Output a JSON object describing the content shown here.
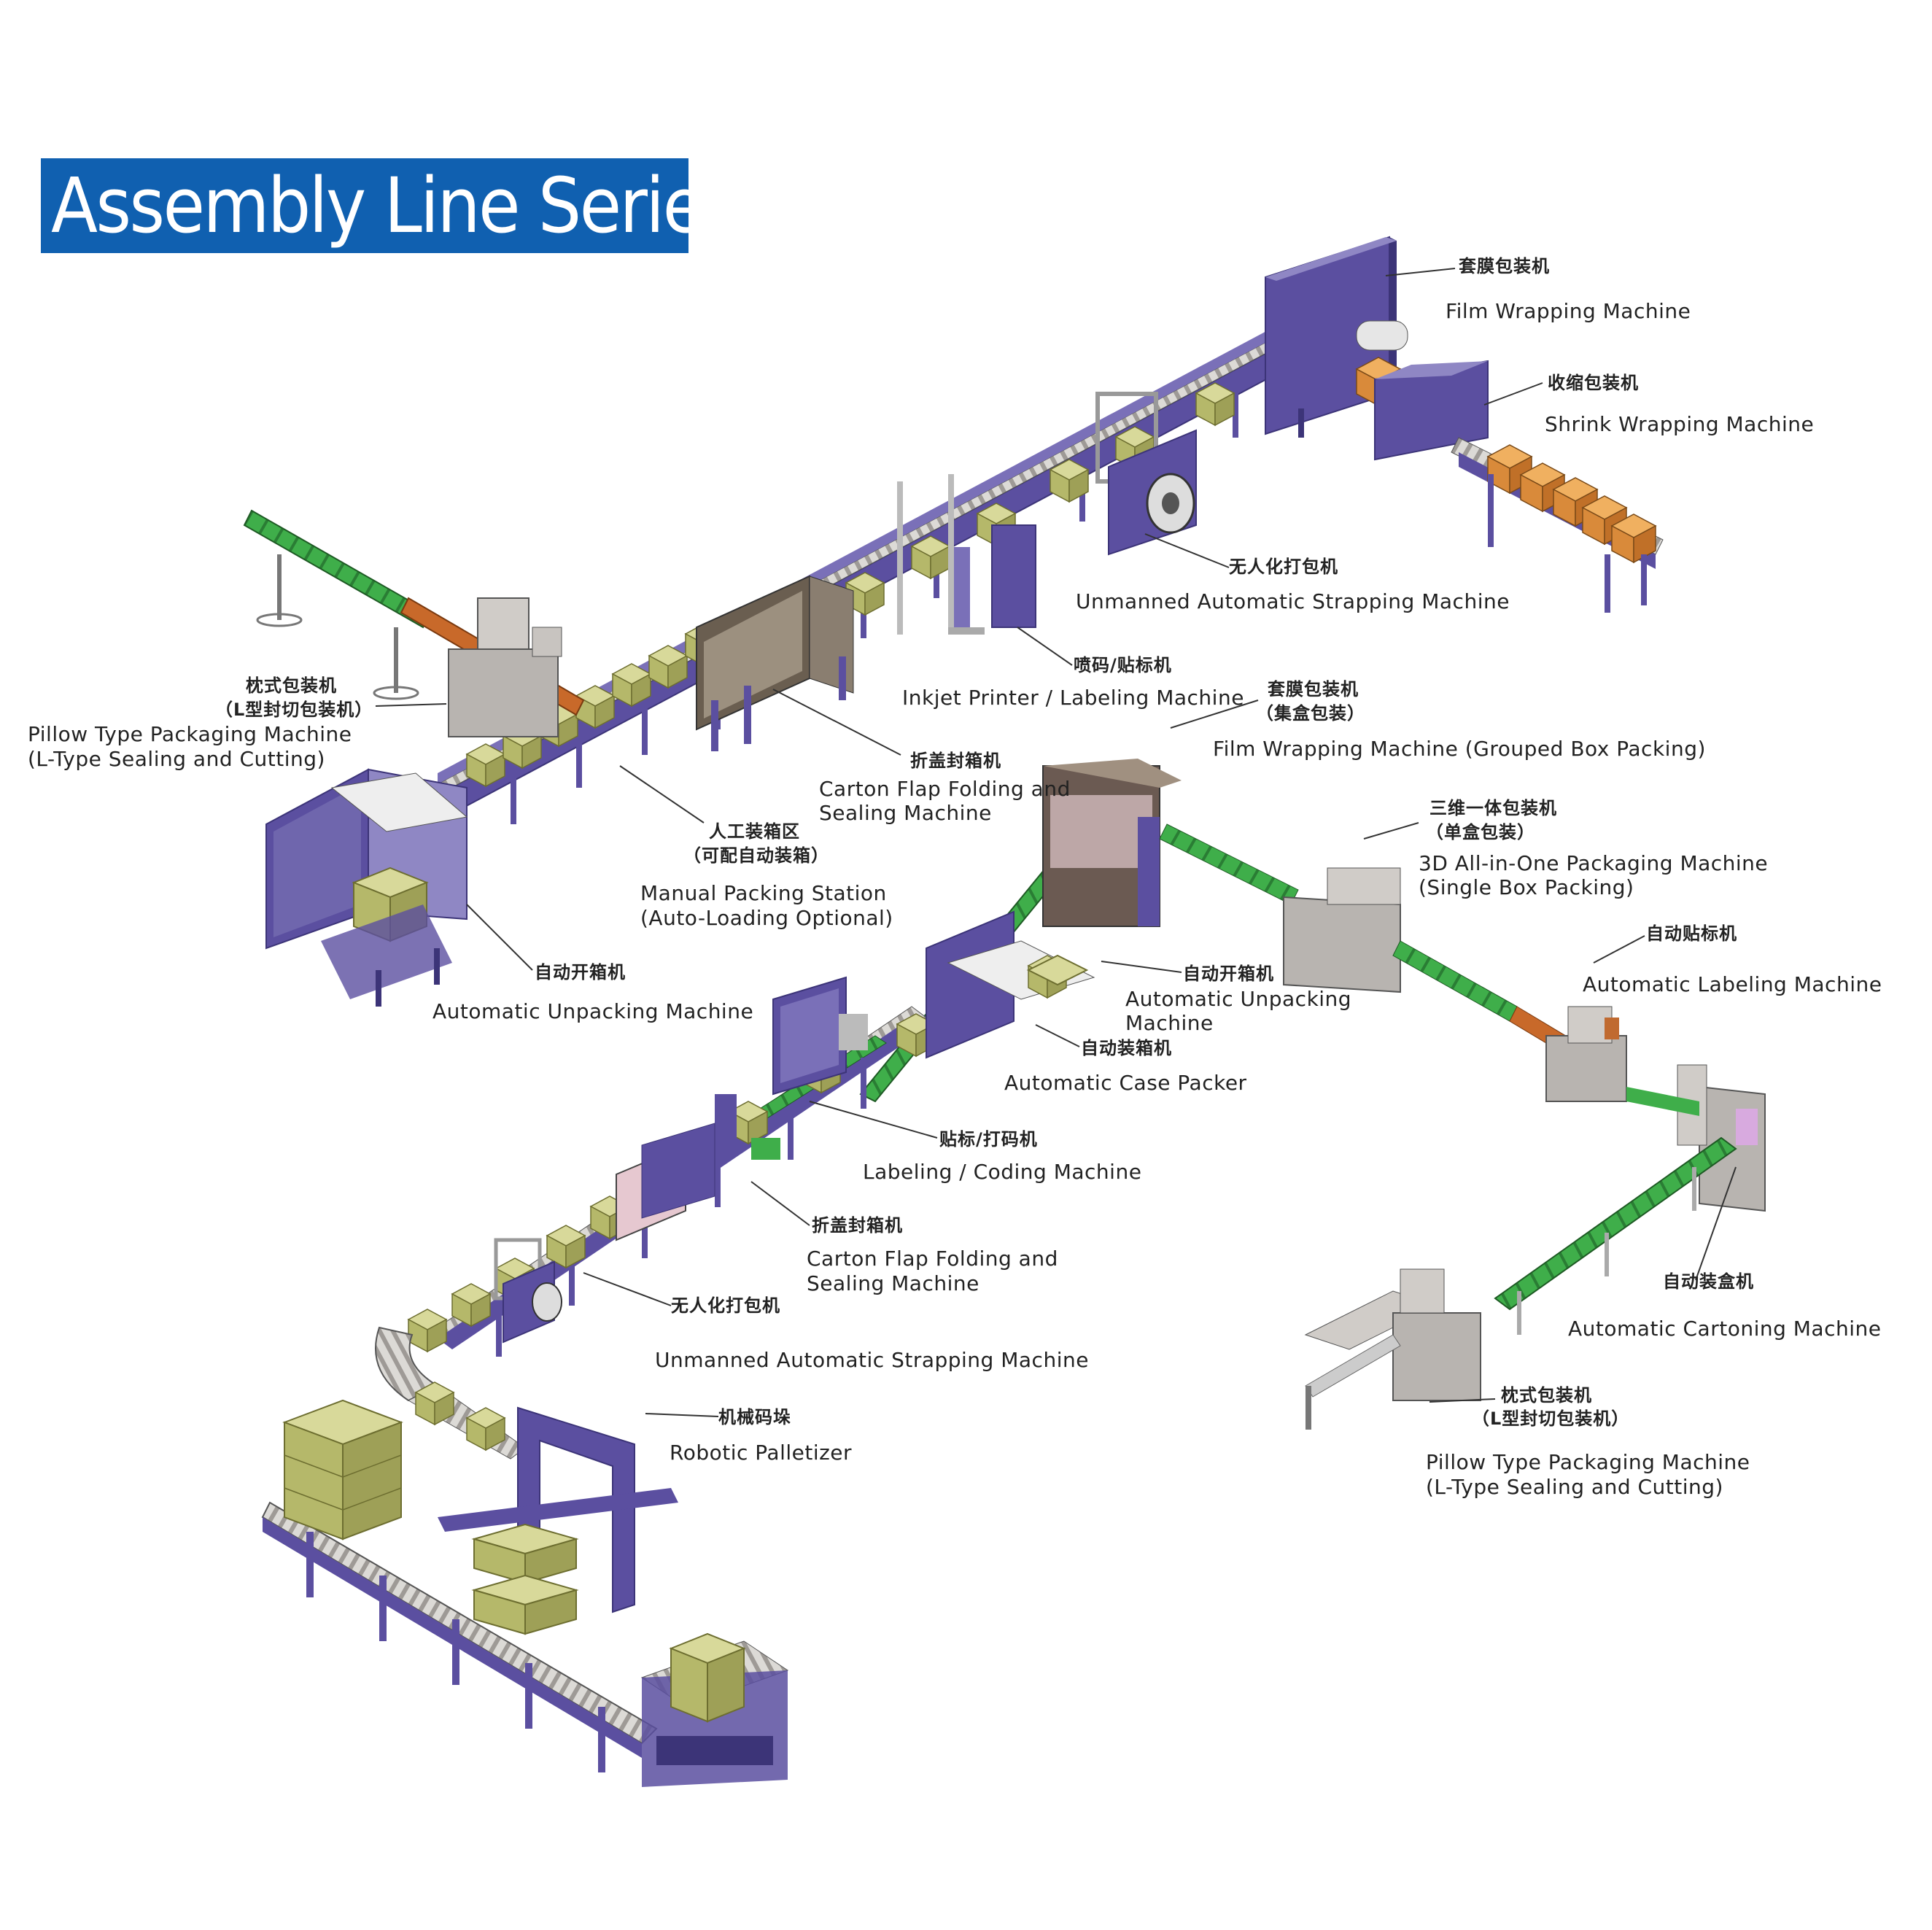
{
  "title": "Assembly Line Series",
  "labels": {
    "film_wrap": {
      "cn": "套膜包装机",
      "en": "Film Wrapping Machine"
    },
    "shrink_wrap": {
      "cn": "收缩包装机",
      "en": "Shrink Wrapping Machine"
    },
    "strap_top": {
      "cn": "无人化打包机",
      "en": "Unmanned Automatic Strapping Machine"
    },
    "inkjet": {
      "cn": "喷码/贴标机",
      "en": "Inkjet Printer / Labeling Machine"
    },
    "film_grouped": {
      "cn1": "套膜包装机",
      "cn2": "（集盒包装）",
      "en": "Film Wrapping Machine (Grouped Box Packing)"
    },
    "pillow_top": {
      "cn1": "枕式包装机",
      "cn2": "（L型封切包装机）",
      "en1": "Pillow Type Packaging Machine",
      "en2": "(L-Type Sealing and Cutting)"
    },
    "flap_top": {
      "cn": "折盖封箱机",
      "en1": "Carton Flap Folding and",
      "en2": "Sealing Machine"
    },
    "manual": {
      "cn1": "人工装箱区",
      "cn2": "（可配自动装箱）",
      "en1": "Manual Packing Station",
      "en2": "(Auto-Loading Optional)"
    },
    "unpack_left": {
      "cn": "自动开箱机",
      "en": "Automatic Unpacking Machine"
    },
    "three_d": {
      "cn1": "三维一体包装机",
      "cn2": "（单盒包装）",
      "en1": "3D All-in-One Packaging Machine",
      "en2": "(Single Box Packing)"
    },
    "auto_label": {
      "cn": "自动贴标机",
      "en": "Automatic Labeling Machine"
    },
    "unpack_mid": {
      "cn": "自动开箱机",
      "en1": "Automatic Unpacking",
      "en2": "Machine"
    },
    "case_packer": {
      "cn": "自动装箱机",
      "en": "Automatic Case Packer"
    },
    "label_coding": {
      "cn": "贴标/打码机",
      "en": "Labeling / Coding Machine"
    },
    "flap_mid": {
      "cn": "折盖封箱机",
      "en1": "Carton Flap Folding and",
      "en2": "Sealing Machine"
    },
    "cartoning": {
      "cn": "自动装盒机",
      "en": "Automatic Cartoning Machine"
    },
    "strap_mid": {
      "cn": "无人化打包机",
      "en": "Unmanned Automatic Strapping Machine"
    },
    "palletizer": {
      "cn": "机械码垛",
      "en": "Robotic Palletizer"
    },
    "pillow_right": {
      "cn1": "枕式包装机",
      "cn2": "（L型封切包装机）",
      "en1": "Pillow Type Packaging Machine",
      "en2": "(L-Type Sealing and Cutting)"
    }
  },
  "colors": {
    "title_bg": "#1060b0",
    "frame": "#5b4fa0",
    "frame_dark": "#3c3478",
    "conveyor_green": "#3fae4a",
    "belt_orange": "#c8692a",
    "box_green": "#b5b86a",
    "box_orange": "#d98a3a",
    "panel_grey": "#b8b4b0",
    "leader": "#333333"
  }
}
